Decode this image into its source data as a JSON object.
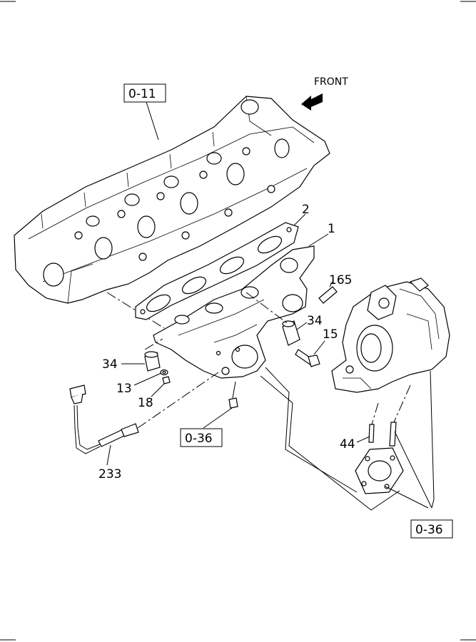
{
  "front_label": "FRONT",
  "refs": {
    "cylinder_head": "0-11",
    "manifold": "0-36",
    "turbo": "0-36"
  },
  "callouts": {
    "gasket": "2",
    "manifold": "1",
    "stud_165": "165",
    "sleeve_34_right": "34",
    "bolt_15": "15",
    "sleeve_34_left": "34",
    "washer_13": "13",
    "nut_18": "18",
    "sensor_233": "233",
    "stud_44": "44"
  },
  "icons": {
    "front_arrow": "front-arrow-icon"
  }
}
